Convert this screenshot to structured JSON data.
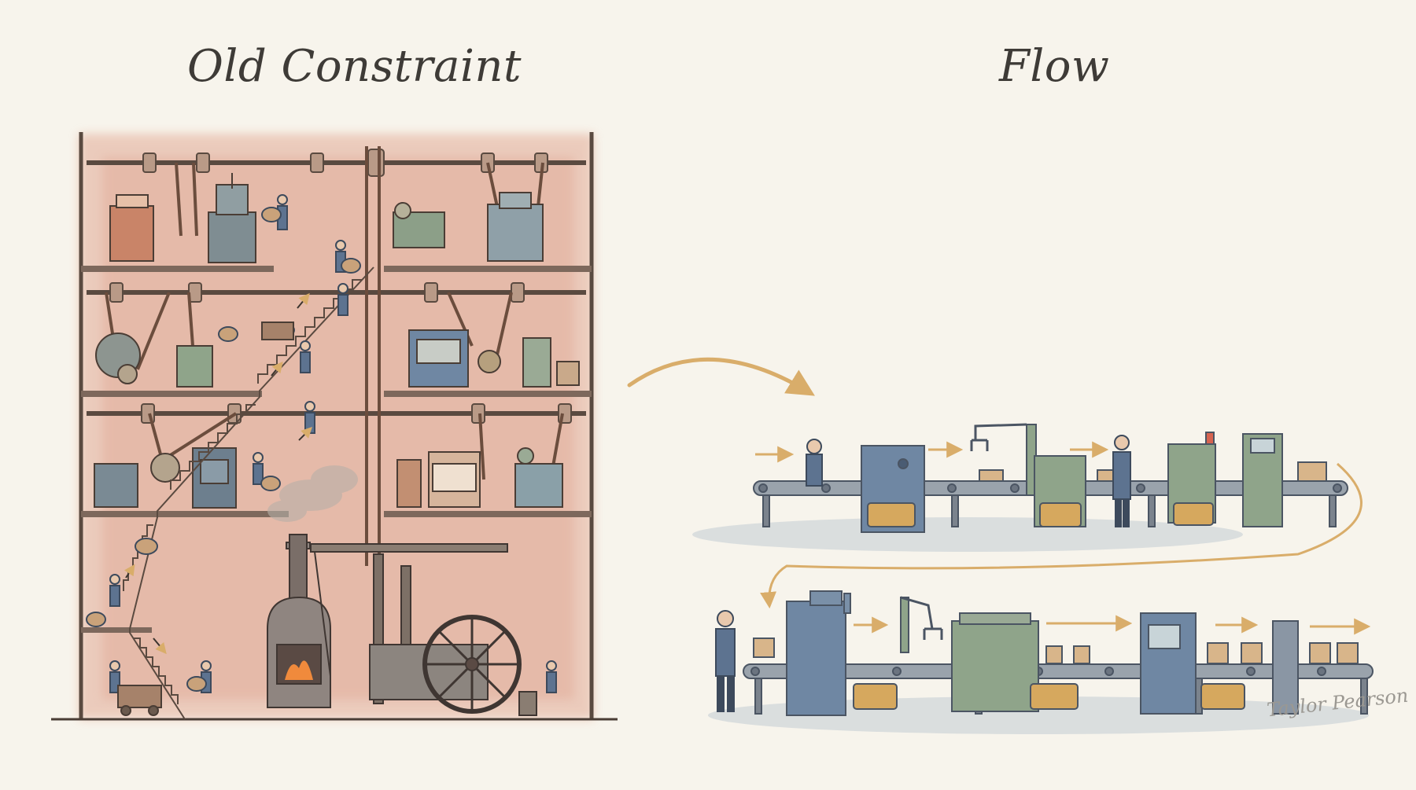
{
  "titles": {
    "left": "Old Constraint",
    "right": "Flow"
  },
  "signature": "Taylor Pearson",
  "colors": {
    "background": "#f7f4ec",
    "factory_wash": "#e0a58f",
    "structure": "#5a4a40",
    "machine_green": "#8fa48a",
    "machine_blue": "#6f87a3",
    "motor_ochre": "#d6a85e",
    "arrow_gold": "#d9ad6a",
    "fire": "#f08a3c"
  }
}
